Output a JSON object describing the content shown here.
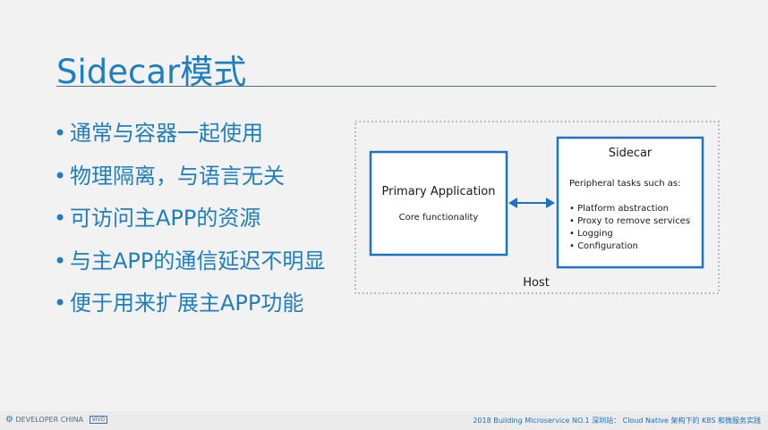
{
  "slide": {
    "title": "Sidecar模式",
    "bullets": [
      "通常与容器一起使用",
      "物理隔离，与语言无关",
      "可访问主APP的资源",
      "与主APP的通信延迟不明显",
      "便于用来扩展主APP功能"
    ],
    "bullet_glyph": "•"
  },
  "diagram": {
    "host_label": "Host",
    "primary": {
      "title": "Primary Application",
      "subtitle": "Core functionality"
    },
    "sidecar": {
      "title": "Sidecar",
      "intro": "Peripheral tasks such as:",
      "items": [
        "• Platform abstraction",
        "• Proxy to remove services",
        "• Logging",
        "• Configuration"
      ]
    },
    "colors": {
      "box_border": "#1a73c5",
      "arrow": "#1a73c5",
      "host_border": "#666666"
    }
  },
  "footer": {
    "text": "2018 Building Microservice NO.1 深圳站： Cloud Native 架构下的 K8S 和微服务实践",
    "logo_text": "DEVELOPER CHINA",
    "logo_box": "VIVO"
  },
  "colors": {
    "accent": "#1f7ec1",
    "background": "#f2f2f2"
  }
}
